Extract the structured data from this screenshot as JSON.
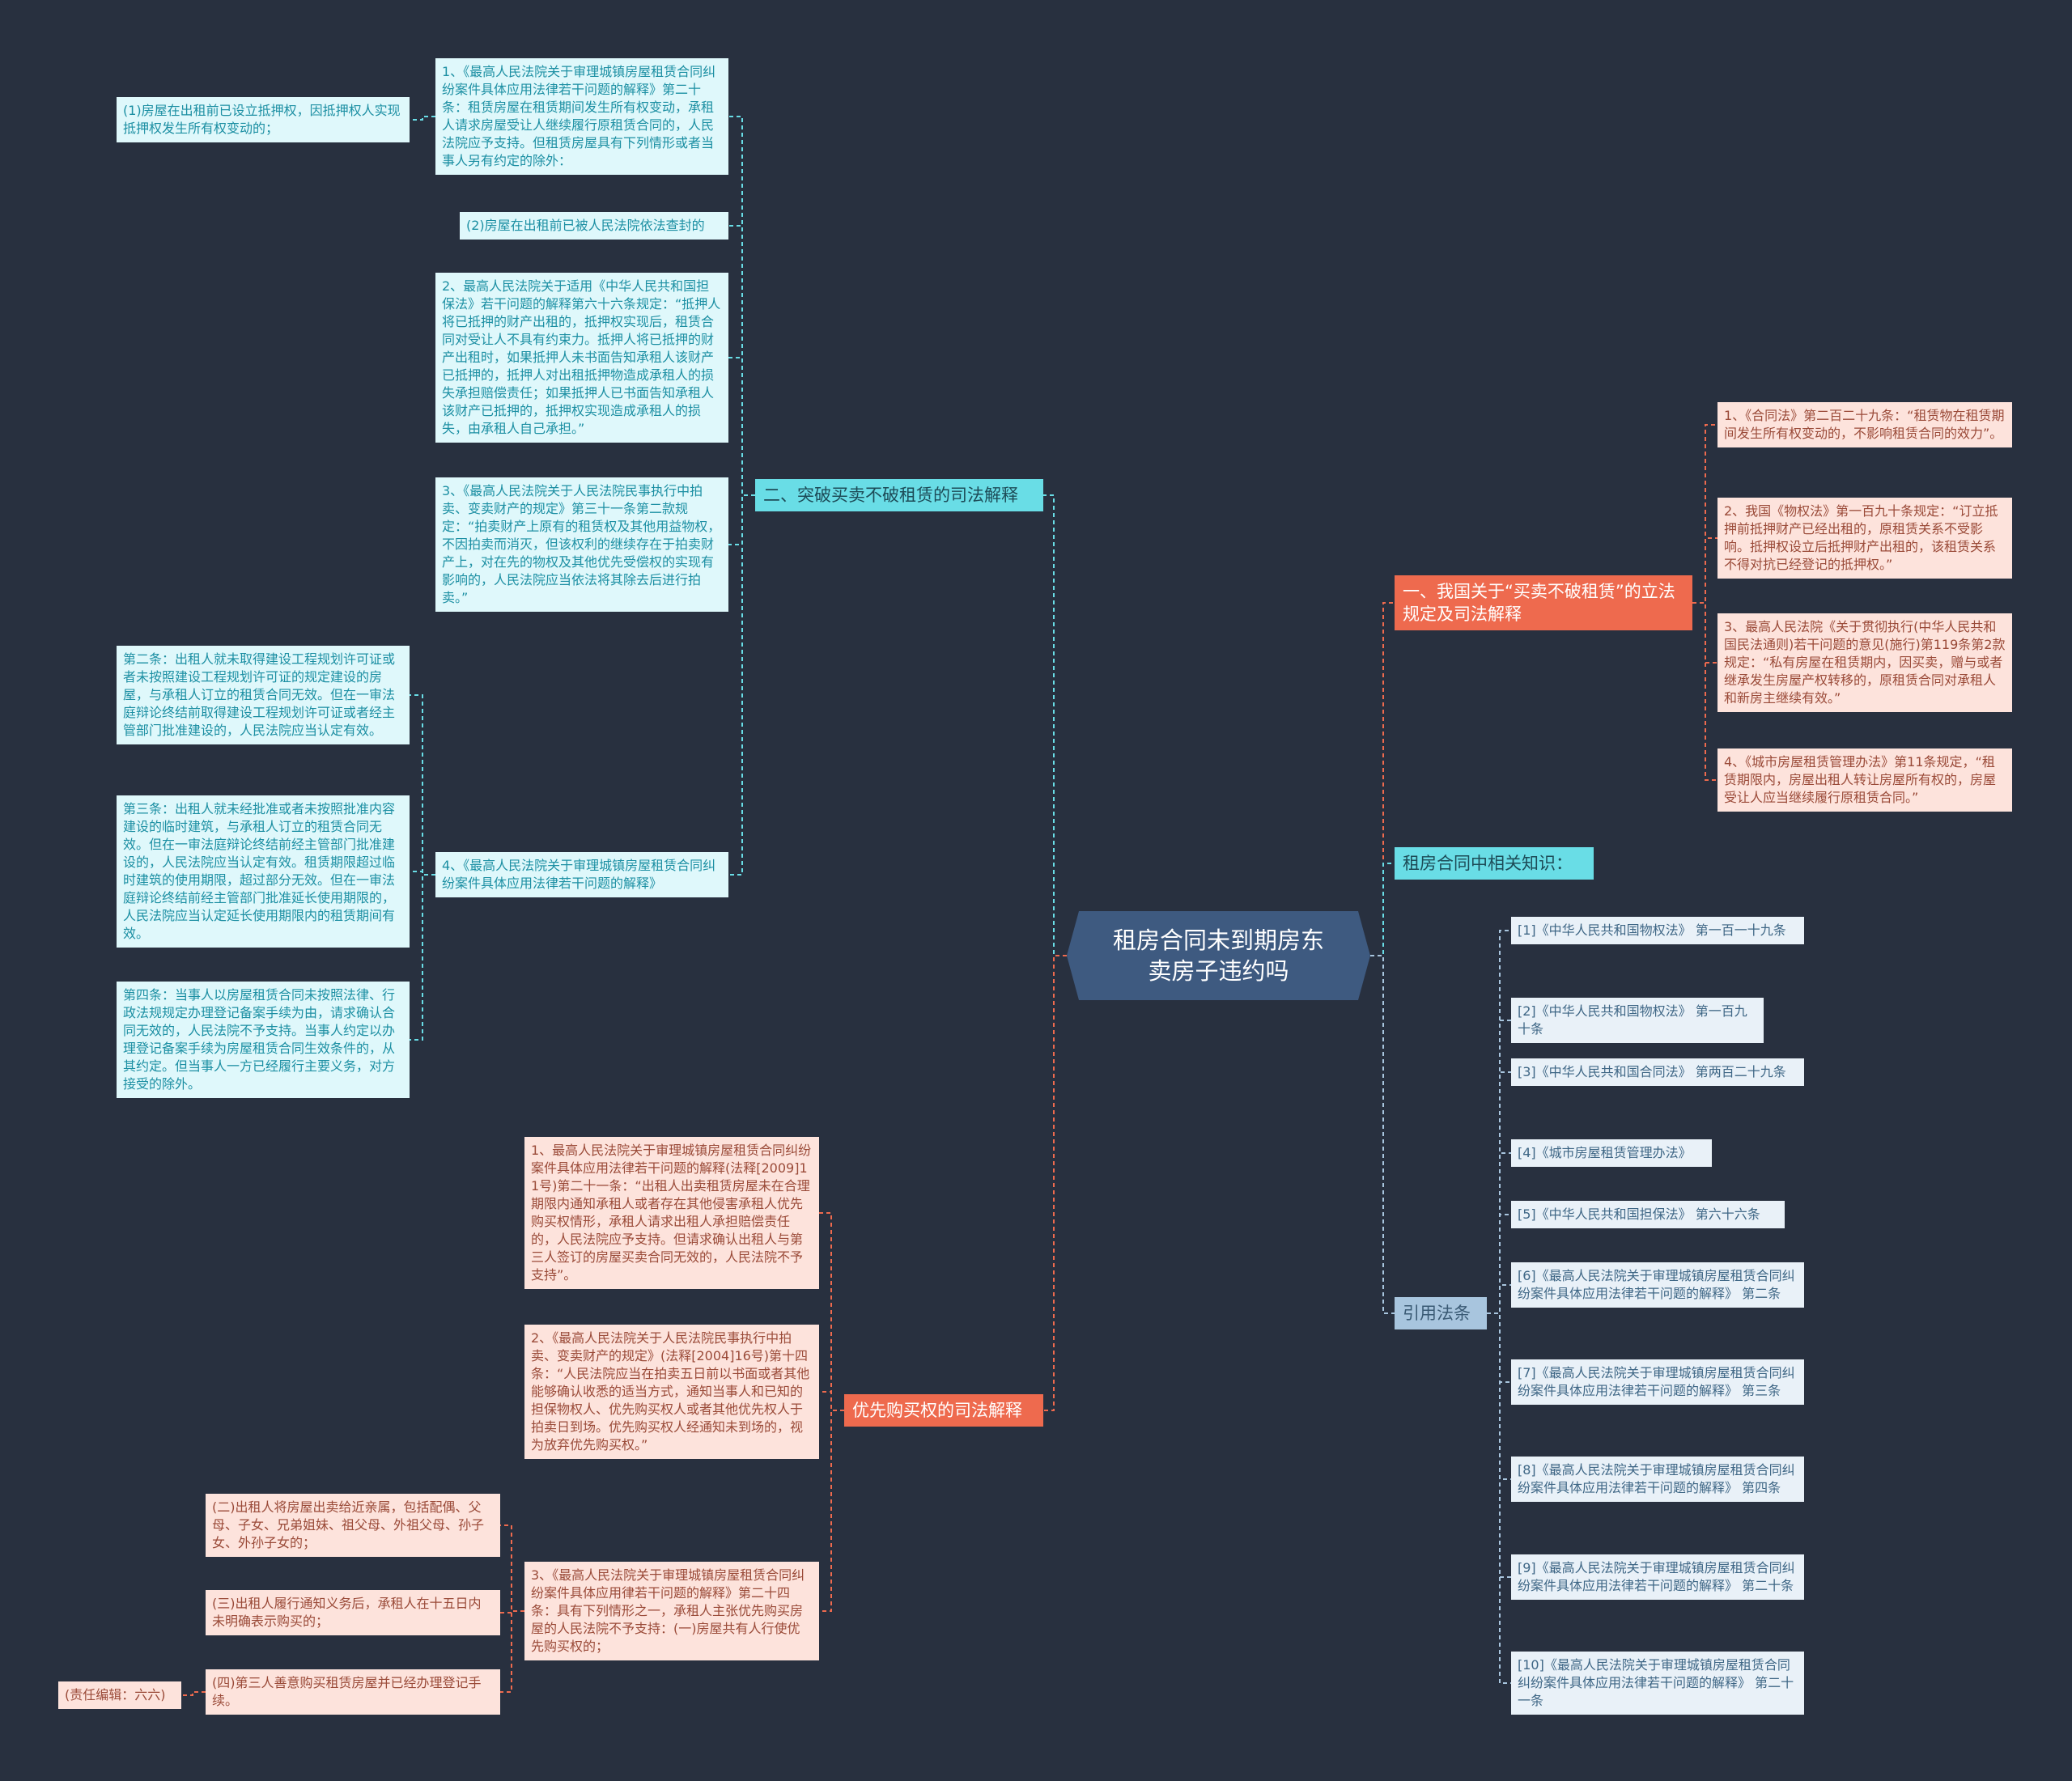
{
  "colors": {
    "background": "#28303f",
    "root": "#3e5a80",
    "teal": "#69dde6",
    "red": "#ee6a4e",
    "blue": "#a8c5de"
  },
  "root": {
    "label": "租房合同未到期房东卖房子违约吗"
  },
  "branches": {
    "sale_not_break_lease": {
      "label": "二、突破买卖不破租赁的司法解释",
      "items": [
        "1、《最高人民法院关于审理城镇房屋租赁合同纠纷案件具体应用法律若干问题的解释》第二十条：租赁房屋在租赁期间发生所有权变动，承租人请求房屋受让人继续履行原租赁合同的，人民法院应予支持。但租赁房屋具有下列情形或者当事人另有约定的除外：",
        "(2)房屋在出租前已被人民法院依法查封的",
        "2、最高人民法院关于适用《中华人民共和国担保法》若干问题的解释第六十六条规定：“抵押人将已抵押的财产出租的，抵押权实现后，租赁合同对受让人不具有约束力。抵押人将已抵押的财产出租时，如果抵押人未书面告知承租人该财产已抵押的，抵押人对出租抵押物造成承租人的损失承担赔偿责任；如果抵押人已书面告知承租人该财产已抵押的，抵押权实现造成承租人的损失，由承租人自己承担。”",
        "3、《最高人民法院关于人民法院民事执行中拍卖、变卖财产的规定》第三十一条第二款规定：“拍卖财产上原有的租赁权及其他用益物权，不因拍卖而消灭，但该权利的继续存在于拍卖财产上，对在先的物权及其他优先受偿权的实现有影响的，人民法院应当依法将其除去后进行拍卖。”",
        "4、《最高人民法院关于审理城镇房屋租赁合同纠纷案件具体应用法律若干问题的解释》"
      ],
      "sub_item1": "(1)房屋在出租前已设立抵押权，因抵押权人实现抵押权发生所有权变动的；",
      "sub_item4": [
        "第二条：出租人就未取得建设工程规划许可证或者未按照建设工程规划许可证的规定建设的房屋，与承租人订立的租赁合同无效。但在一审法庭辩论终结前取得建设工程规划许可证或者经主管部门批准建设的，人民法院应当认定有效。",
        "第三条：出租人就未经批准或者未按照批准内容建设的临时建筑，与承租人订立的租赁合同无效。但在一审法庭辩论终结前经主管部门批准建设的，人民法院应当认定有效。租赁期限超过临时建筑的使用期限，超过部分无效。但在一审法庭辩论终结前经主管部门批准延长使用期限的，人民法院应当认定延长使用期限内的租赁期间有效。",
        "第四条：当事人以房屋租赁合同未按照法律、行政法规规定办理登记备案手续为由，请求确认合同无效的，人民法院不予支持。当事人约定以办理登记备案手续为房屋租赁合同生效条件的，从其约定。但当事人一方已经履行主要义务，对方接受的除外。"
      ]
    },
    "preemption": {
      "label": "优先购买权的司法解释",
      "items": [
        "1、最高人民法院关于审理城镇房屋租赁合同纠纷案件具体应用法律若干问题的解释(法释[2009]11号)第二十一条：“出租人出卖租赁房屋未在合理期限内通知承租人或者存在其他侵害承租人优先购买权情形，承租人请求出租人承担赔偿责任的，人民法院应予支持。但请求确认出租人与第三人签订的房屋买卖合同无效的，人民法院不予支持”。",
        "2、《最高人民法院关于人民法院民事执行中拍卖、变卖财产的规定》(法释[2004]16号)第十四条：“人民法院应当在拍卖五日前以书面或者其他能够确认收悉的适当方式，通知当事人和已知的担保物权人、优先购买权人或者其他优先权人于拍卖日到场。优先购买权人经通知未到场的，视为放弃优先购买权。”",
        "3、《最高人民法院关于审理城镇房屋租赁合同纠纷案件具体应用律若干问题的解释》第二十四条：具有下列情形之一，承租人主张优先购买房屋的人民法院不予支持：(一)房屋共有人行使优先购买权的；"
      ],
      "sub_items": [
        "(二)出租人将房屋出卖给近亲属，包括配偶、父母、子女、兄弟姐妹、祖父母、外祖父母、孙子女、外孙子女的；",
        "(三)出租人履行通知义务后，承租人在十五日内未明确表示购买的；",
        "(四)第三人善意购买租赁房屋并已经办理登记手续。"
      ],
      "editor": "(责任编辑：六六)"
    },
    "legislation": {
      "label": "一、我国关于“买卖不破租赁”的立法规定及司法解释",
      "items": [
        "1、《合同法》第二百二十九条：“租赁物在租赁期间发生所有权变动的，不影响租赁合同的效力”。",
        "2、我国《物权法》第一百九十条规定：“订立抵押前抵押财产已经出租的，原租赁关系不受影响。抵押权设立后抵押财产出租的，该租赁关系不得对抗已经登记的抵押权。”",
        "3、最高人民法院《关于贯彻执行(中华人民共和国民法通则)若干问题的意见(施行)第119条第2款规定：“私有房屋在租赁期内，因买卖，赠与或者继承发生房屋产权转移的，原租赁合同对承租人和新房主继续有效。”",
        "4、《城市房屋租赁管理办法》第11条规定，“租赁期限内，房屋出租人转让房屋所有权的，房屋受让人应当继续履行原租赁合同。”"
      ]
    },
    "knowledge": {
      "label": "租房合同中相关知识："
    },
    "citations": {
      "label": "引用法条",
      "items": [
        "[1]《中华人民共和国物权法》 第一百一十九条",
        "[2]《中华人民共和国物权法》 第一百九十条",
        "[3]《中华人民共和国合同法》 第两百二十九条",
        "[4]《城市房屋租赁管理办法》",
        "[5]《中华人民共和国担保法》 第六十六条",
        "[6]《最高人民法院关于审理城镇房屋租赁合同纠纷案件具体应用法律若干问题的解释》 第二条",
        "[7]《最高人民法院关于审理城镇房屋租赁合同纠纷案件具体应用法律若干问题的解释》 第三条",
        "[8]《最高人民法院关于审理城镇房屋租赁合同纠纷案件具体应用法律若干问题的解释》 第四条",
        "[9]《最高人民法院关于审理城镇房屋租赁合同纠纷案件具体应用法律若干问题的解释》 第二十条",
        "[10]《最高人民法院关于审理城镇房屋租赁合同纠纷案件具体应用法律若干问题的解释》 第二十一条"
      ]
    }
  }
}
